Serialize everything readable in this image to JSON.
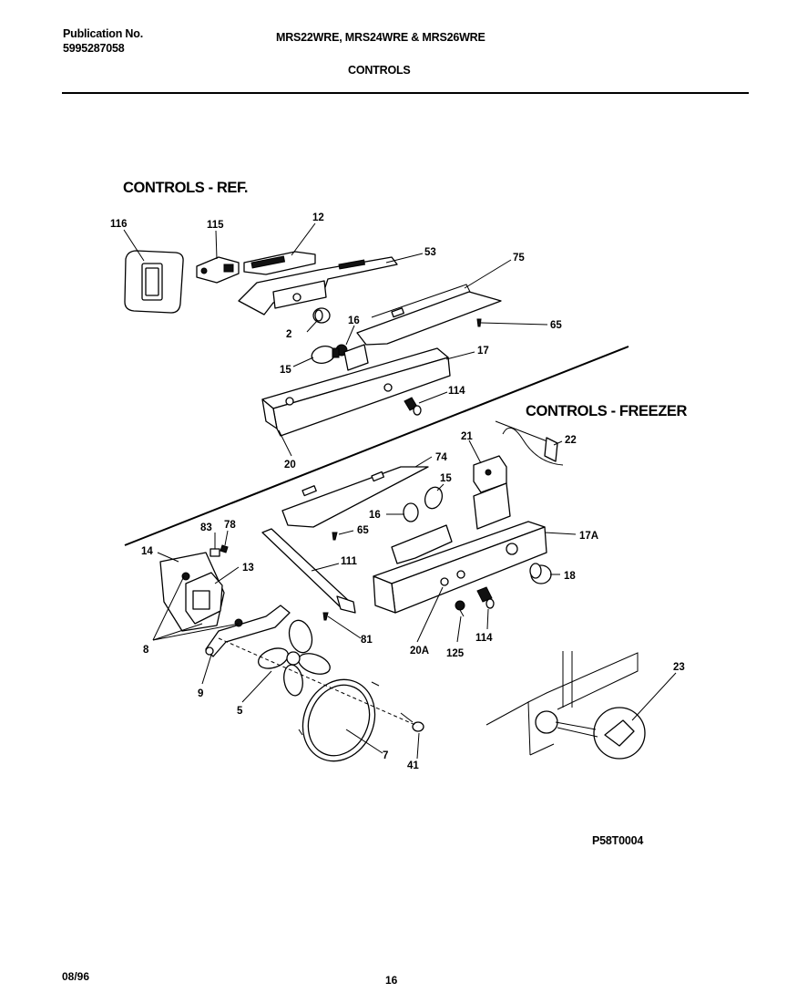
{
  "header": {
    "publication_label": "Publication No.",
    "publication_number": "5995287058",
    "models": "MRS22WRE, MRS24WRE & MRS26WRE",
    "section_title": "CONTROLS"
  },
  "sections": {
    "ref_title": "CONTROLS - REF.",
    "freezer_title": "CONTROLS - FREEZER"
  },
  "callouts": [
    "116",
    "115",
    "12",
    "53",
    "75",
    "2",
    "16",
    "15",
    "17",
    "65",
    "114",
    "20",
    "21",
    "22",
    "74",
    "15",
    "16",
    "65",
    "17A",
    "18",
    "111",
    "83",
    "78",
    "14",
    "13",
    "8",
    "81",
    "20A",
    "114",
    "125",
    "9",
    "5",
    "7",
    "41",
    "23"
  ],
  "diagram_id": "P58T0004",
  "footer": {
    "date": "08/96",
    "page": "16"
  }
}
